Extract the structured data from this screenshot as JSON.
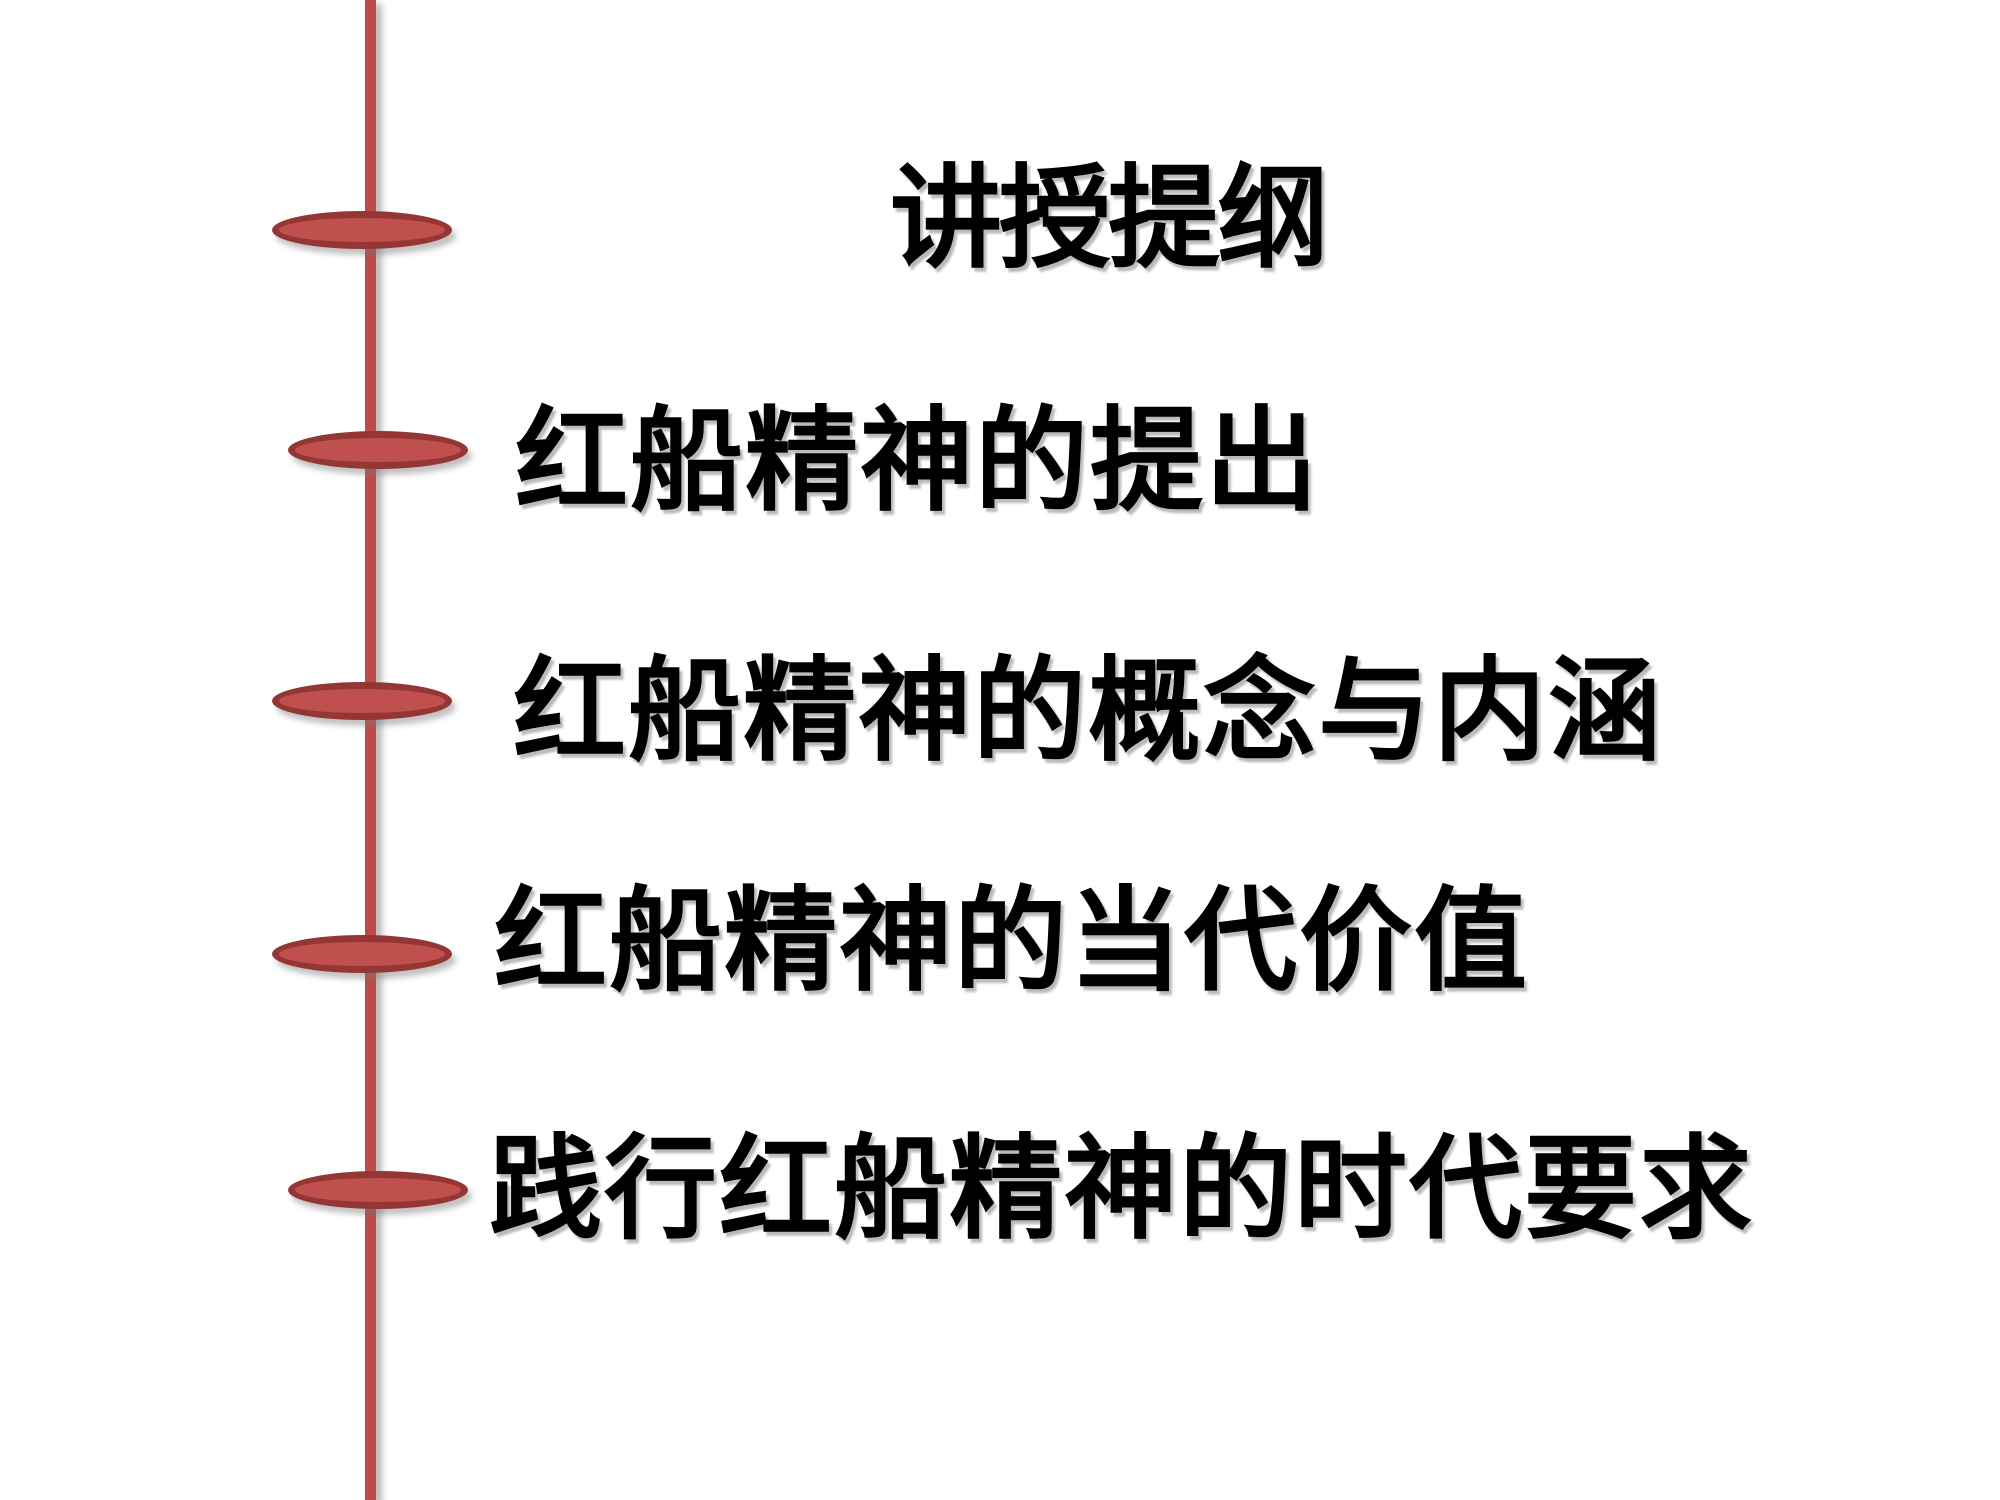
{
  "slide": {
    "title": "讲授提纲",
    "items": [
      "红船精神的提出",
      "红船精神的概念与内涵",
      "红船精神的当代价值",
      "践行红船精神的时代要求"
    ],
    "colors": {
      "background": "#FFFFFF",
      "timeline_line": "#BF4B48",
      "node_fill": "#C0504D",
      "node_border": "#943634",
      "text": "#000000",
      "text_shadow": "#8C8C8C"
    }
  }
}
